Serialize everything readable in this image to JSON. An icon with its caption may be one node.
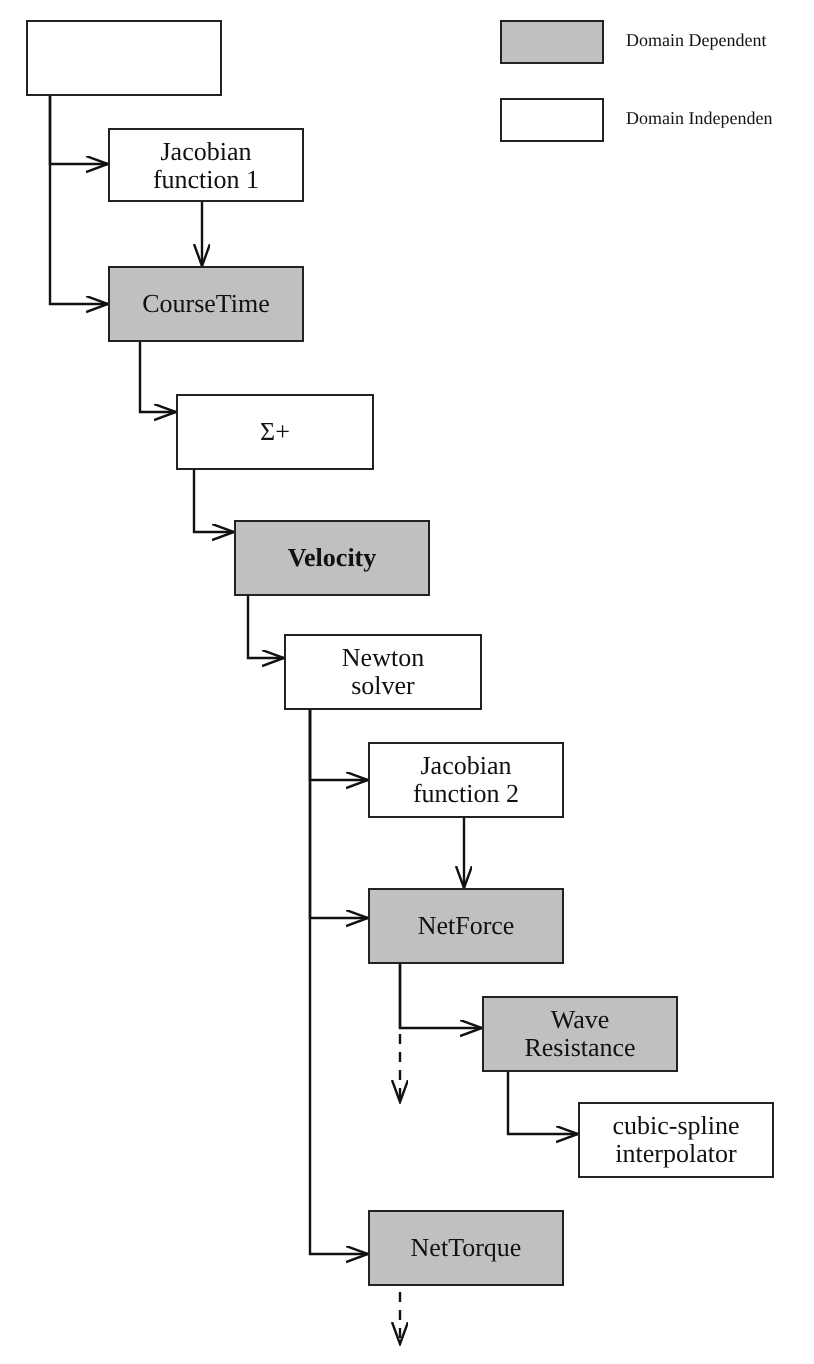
{
  "diagram": {
    "nodes": [
      {
        "text": [],
        "shape": "box"
      },
      {
        "text": [
          "Jacobian function 1"
        ]
      },
      {
        "text": [
          "CourseTime"
        ]
      },
      {
        "text": [
          "Σ+"
        ]
      },
      {
        "text": [
          "Velocity"
        ]
      },
      {
        "text": [
          "Newton solver"
        ]
      },
      {
        "text": [
          "Jacobian function 2"
        ]
      },
      {
        "text": [
          "NetForce"
        ]
      },
      {
        "text": [
          "Wave Resistance"
        ]
      },
      {
        "text": [
          "cubic-spline interpolator"
        ]
      },
      {
        "text": [
          "NetTorque"
        ]
      }
    ],
    "edges": [
      {
        "from": 0,
        "to": 1,
        "arrow": "to"
      },
      {
        "from": 0,
        "to": 2,
        "arrow": "to"
      },
      {
        "from": 1,
        "to": 2,
        "arrow": "to"
      },
      {
        "from": 2,
        "to": 3,
        "arrow": "to"
      },
      {
        "from": 3,
        "to": 4,
        "arrow": "to"
      },
      {
        "from": 4,
        "to": 5,
        "arrow": "to"
      },
      {
        "from": 5,
        "to": 6,
        "arrow": "to"
      },
      {
        "from": 5,
        "to": 7,
        "arrow": "to"
      },
      {
        "from": 5,
        "to": 10,
        "arrow": "to"
      },
      {
        "from": 6,
        "to": 7,
        "arrow": "to"
      },
      {
        "from": 7,
        "to": 8,
        "arrow": "to"
      },
      {
        "from": 7,
        "to": null,
        "arrow": "to",
        "style": "dashed"
      },
      {
        "from": 8,
        "to": 9,
        "arrow": "to"
      },
      {
        "from": 10,
        "to": null,
        "arrow": "to",
        "style": "dashed"
      }
    ],
    "legend": [
      {
        "text": "Domain Dependent",
        "color": "#c0c0c0"
      },
      {
        "text": "Domain Independen",
        "color": "#ffffff"
      }
    ]
  }
}
